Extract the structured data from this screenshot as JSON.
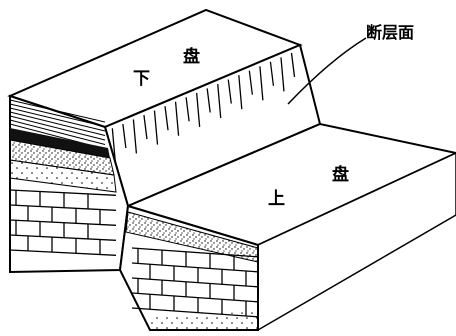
{
  "labels": {
    "footwall_top": "下",
    "footwall_bottom": "盘",
    "hangingwall_top": "盘",
    "hangingwall_bottom": "上",
    "fault_plane": "断层面"
  }
}
